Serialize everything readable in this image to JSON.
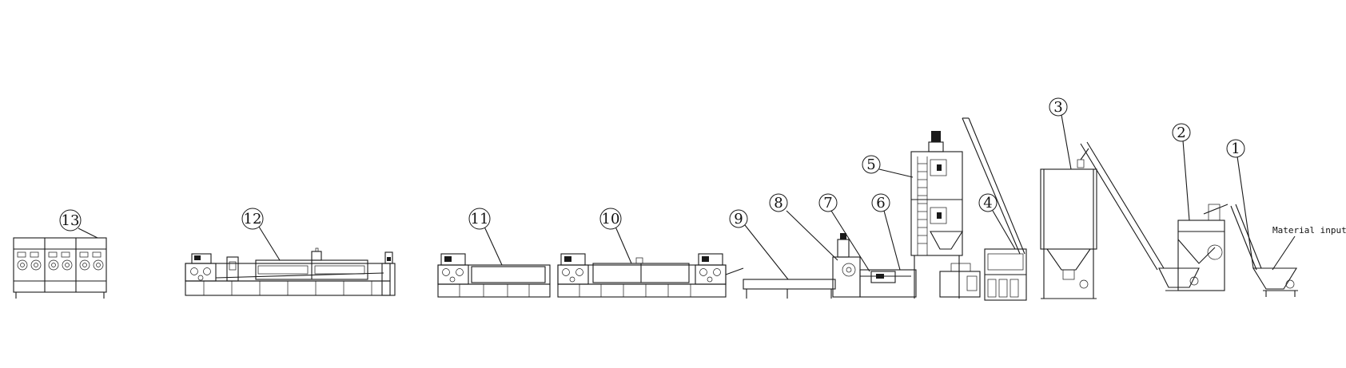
{
  "callouts": [
    {
      "id": "c1",
      "text": "1"
    },
    {
      "id": "c2",
      "text": "2"
    },
    {
      "id": "c3",
      "text": "3"
    },
    {
      "id": "c4",
      "text": "4"
    },
    {
      "id": "c5",
      "text": "5"
    },
    {
      "id": "c6",
      "text": "6"
    },
    {
      "id": "c7",
      "text": "7"
    },
    {
      "id": "c8",
      "text": "8"
    },
    {
      "id": "c9",
      "text": "9"
    },
    {
      "id": "c10",
      "text": "10"
    },
    {
      "id": "c11",
      "text": "11"
    },
    {
      "id": "c12",
      "text": "12"
    },
    {
      "id": "c13",
      "text": "13"
    }
  ],
  "annotation": {
    "material_input": "Material input"
  }
}
